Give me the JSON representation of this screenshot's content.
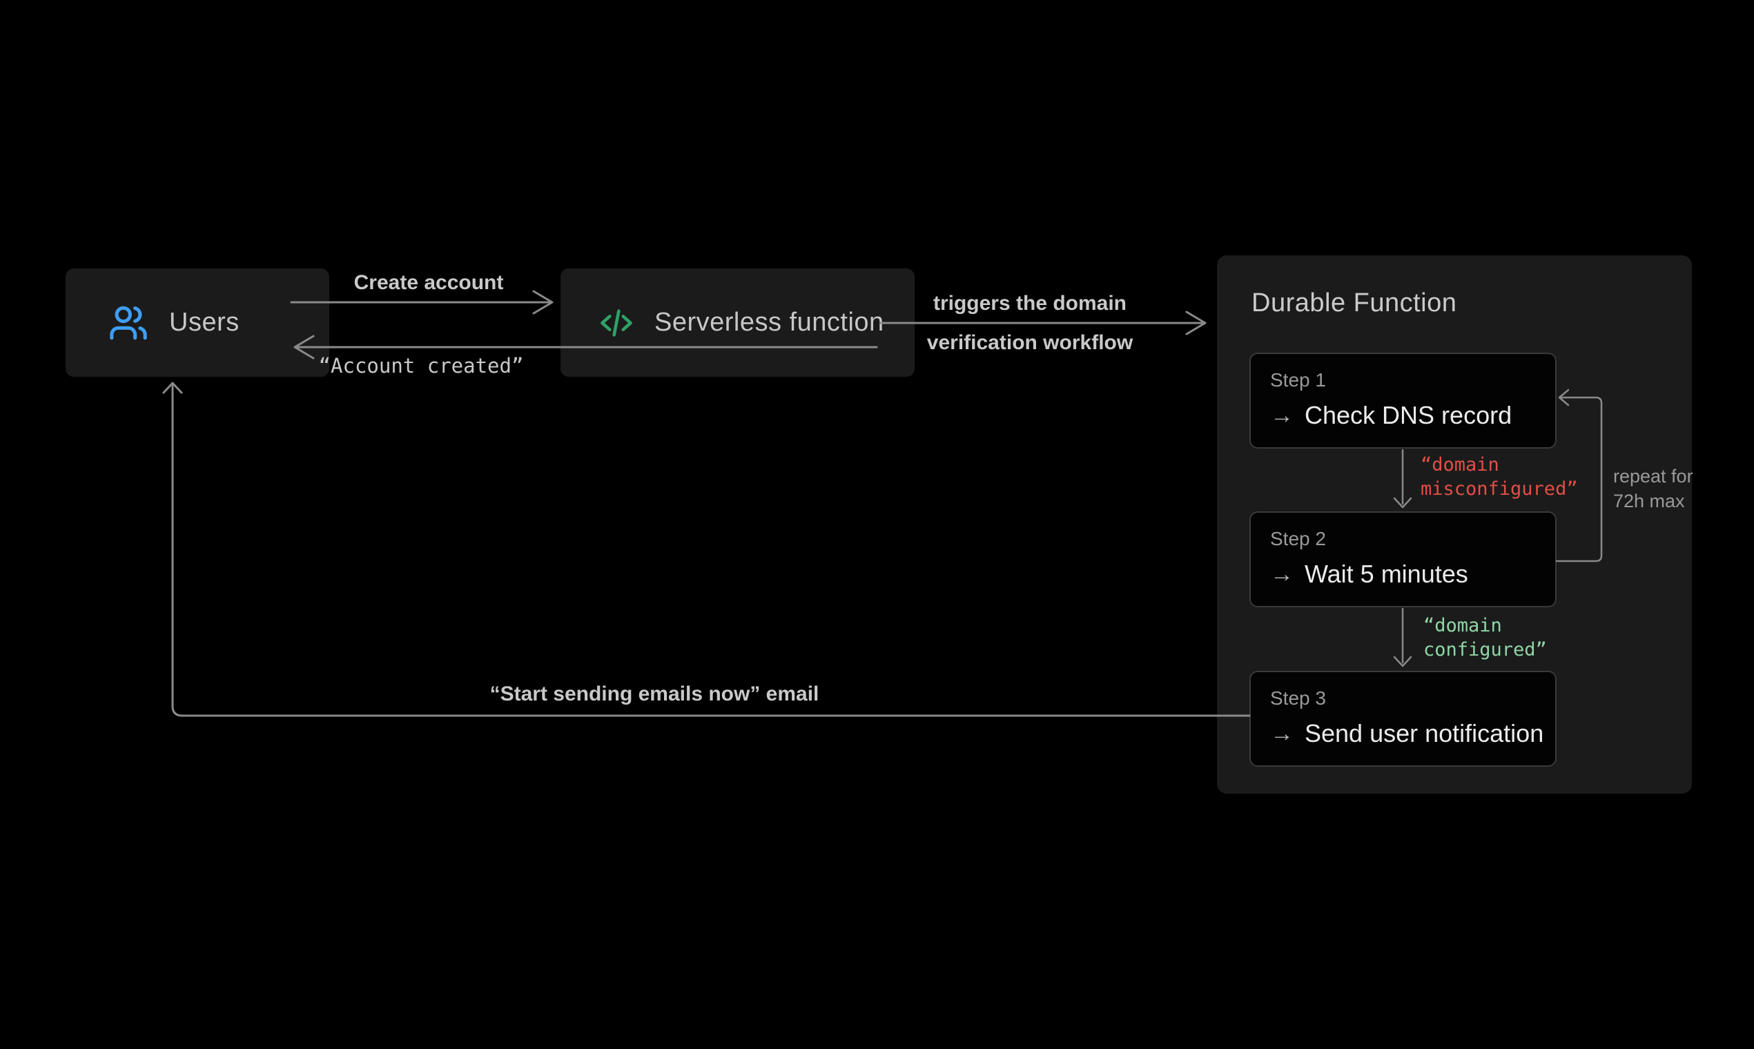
{
  "colors": {
    "background": "#000000",
    "node_fill": "#1b1b1b",
    "step_fill": "#030303",
    "step_border": "#3a3a3a",
    "arrow": "#8a8a8a",
    "accent_blue": "#3f9ef5",
    "accent_green": "#2ea266",
    "error_red": "#e14f47",
    "success_green": "#8fd7a6",
    "text_primary": "#ececec",
    "text_secondary": "#c7c7c7",
    "text_muted": "#9a9a9a"
  },
  "nodes": {
    "users": {
      "label": "Users"
    },
    "serverless": {
      "label": "Serverless function"
    },
    "durable": {
      "title": "Durable Function",
      "steps": [
        {
          "label": "Step 1",
          "action": "Check DNS record"
        },
        {
          "label": "Step 2",
          "action": "Wait 5 minutes"
        },
        {
          "label": "Step 3",
          "action": "Send user notification"
        }
      ]
    }
  },
  "icons": {
    "step_arrow": "→"
  },
  "edges": {
    "create_account": {
      "label": "Create account"
    },
    "account_created": {
      "label": "“Account created”"
    },
    "triggers": {
      "lines": [
        "triggers the domain",
        "verification workflow"
      ]
    },
    "domain_misconfigured": {
      "label": "“domain\nmisconfigured”"
    },
    "domain_configured": {
      "label": "“domain\nconfigured”"
    },
    "repeat_loop": {
      "label": "repeat for\n72h max"
    },
    "notify_users": {
      "label": "“Start sending emails now” email"
    }
  }
}
